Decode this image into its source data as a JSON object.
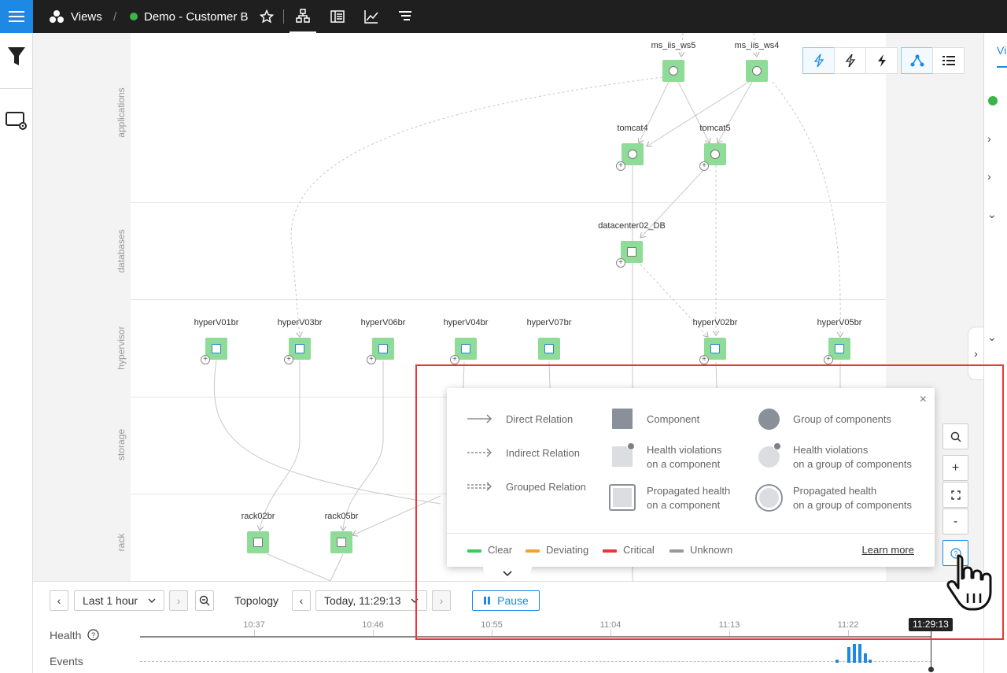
{
  "topbar": {
    "section": "Views",
    "separator": "/",
    "view_name": "Demo - Customer B",
    "status_color": "#39b54a",
    "icons": [
      "topology-icon",
      "list-view-icon",
      "chart-icon",
      "timeline-icon"
    ]
  },
  "right_panel": {
    "tab_label": "Vi"
  },
  "lanes": [
    "applications",
    "databases",
    "hypervisor",
    "storage",
    "rack"
  ],
  "nodes": {
    "ms_iis_ws5": "ms_iis_ws5",
    "ms_iis_ws4": "ms_iis_ws4",
    "tomcat4": "tomcat4",
    "tomcat5": "tomcat5",
    "datacenter02_DB": "datacenter02_DB",
    "hyperV01br": "hyperV01br",
    "hyperV03br": "hyperV03br",
    "hyperV06br": "hyperV06br",
    "hyperV04br": "hyperV04br",
    "hyperV07br": "hyperV07br",
    "hyperV02br": "hyperV02br",
    "hyperV05br": "hyperV05br",
    "rack02br": "rack02br",
    "rack05br": "rack05br",
    "plus": "+"
  },
  "legend": {
    "close": "×",
    "direct": "Direct Relation",
    "indirect": "Indirect Relation",
    "grouped": "Grouped Relation",
    "component": "Component",
    "hv_component": "Health violations\non a component",
    "prop_component": "Propagated health\non a component",
    "group": "Group of components",
    "hv_group": "Health violations\non a group of components",
    "prop_group": "Propagated health\non a group of components",
    "clear": "Clear",
    "deviating": "Deviating",
    "critical": "Critical",
    "unknown": "Unknown",
    "learn_more": "Learn more",
    "collapse": "⌄"
  },
  "status_colors": {
    "clear": "#3cc85a",
    "deviating": "#f5a033",
    "critical": "#e53935",
    "unknown": "#999999"
  },
  "zoom": {
    "search": "⌕",
    "plus": "+",
    "fit": "⛶",
    "minus": "-",
    "help": "?"
  },
  "timeline": {
    "prev": "‹",
    "range": "Last 1 hour",
    "next": "›",
    "mode_label": "Topology",
    "mode_prev": "‹",
    "time": "Today, 11:29:13",
    "mode_next": "›",
    "pause": "Pause",
    "health_label": "Health",
    "events_label": "Events",
    "ticks": [
      "10:37",
      "10:46",
      "10:55",
      "11:04",
      "11:13",
      "11:22"
    ],
    "cursor": "11:29:13"
  }
}
